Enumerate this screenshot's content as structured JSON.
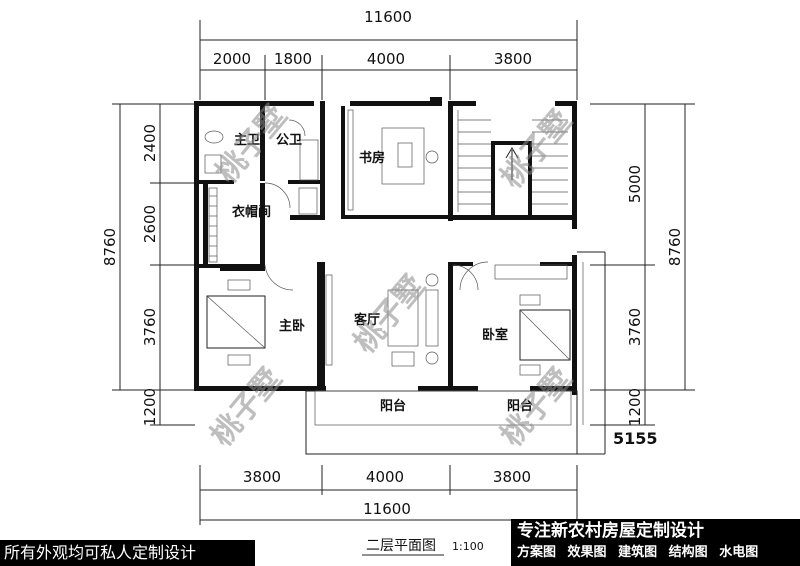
{
  "drawing": {
    "title": "二层平面图",
    "scale": "1:100",
    "elevation": "5155",
    "dims_top_total": "11600",
    "dims_top": [
      "2000",
      "1800",
      "4000",
      "3800"
    ],
    "dims_bottom_total": "11600",
    "dims_bottom": [
      "3800",
      "4000",
      "3800"
    ],
    "dims_left_total": "8760",
    "dims_left": [
      "2400",
      "2600",
      "3760",
      "1200"
    ],
    "dims_right_total": "8760",
    "dims_right": [
      "5000",
      "3760",
      "1200"
    ]
  },
  "rooms": {
    "master_bath": "主卫",
    "public_bath": "公卫",
    "study": "书房",
    "closet": "衣帽间",
    "master_bedroom": "主卧",
    "living": "客厅",
    "bedroom": "卧室",
    "balcony_left": "阳台",
    "balcony_right": "阳台"
  },
  "watermark": "桃子墅",
  "banner": {
    "left": "所有外观均可私人定制设计",
    "right_title": "专注新农村房屋定制设计",
    "services": [
      "方案图",
      "效果图",
      "建筑图",
      "结构图",
      "水电图"
    ]
  }
}
